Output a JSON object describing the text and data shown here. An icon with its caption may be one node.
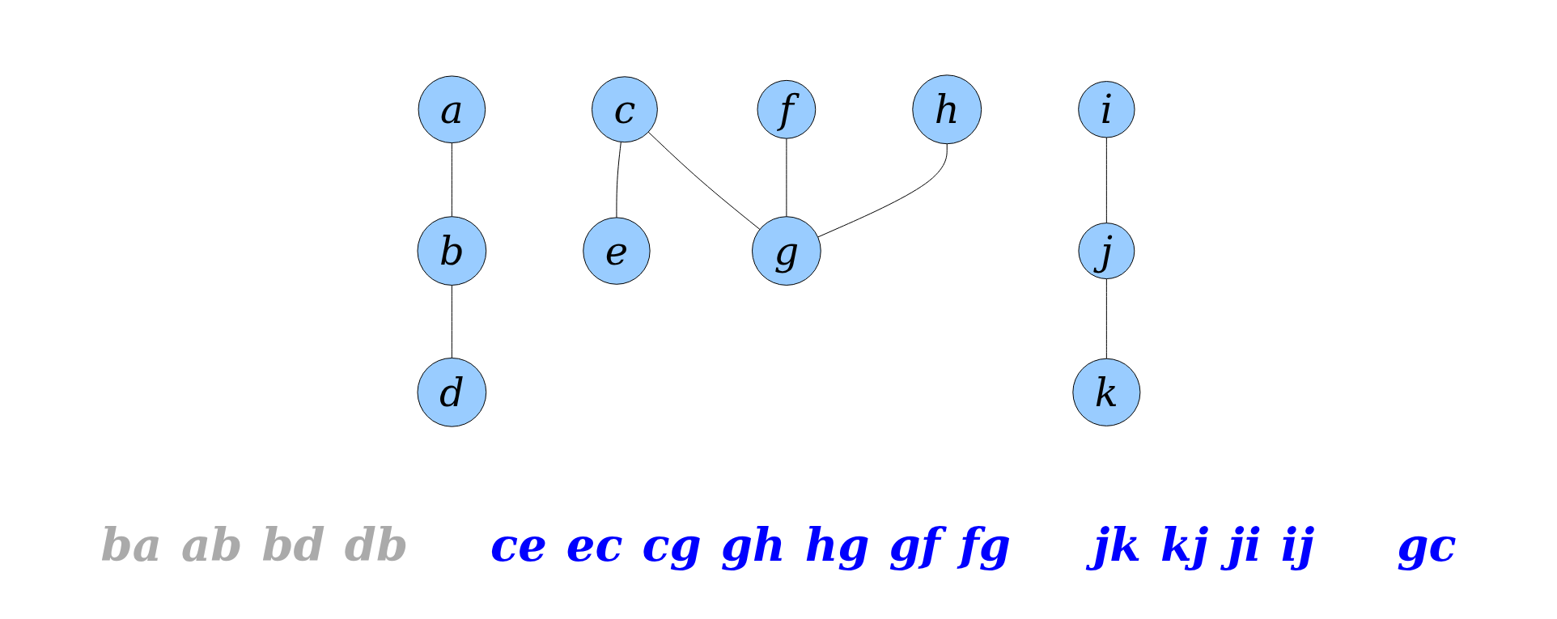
{
  "diagram": {
    "nodes": [
      {
        "text": [
          "a"
        ]
      },
      {
        "text": [
          "b"
        ]
      },
      {
        "text": [
          "c"
        ]
      },
      {
        "text": [
          "d"
        ]
      },
      {
        "text": [
          "e"
        ]
      },
      {
        "text": [
          "f"
        ]
      },
      {
        "text": [
          "g"
        ]
      },
      {
        "text": [
          "h"
        ]
      },
      {
        "text": [
          "i"
        ]
      },
      {
        "text": [
          "j"
        ]
      },
      {
        "text": [
          "k"
        ]
      }
    ],
    "edges": [
      {
        "from": 0,
        "to": 1,
        "arrow": "none"
      },
      {
        "from": 1,
        "to": 3,
        "arrow": "none"
      },
      {
        "from": 2,
        "to": 4,
        "arrow": "none"
      },
      {
        "from": 2,
        "to": 6,
        "arrow": "none"
      },
      {
        "from": 5,
        "to": 6,
        "arrow": "none"
      },
      {
        "from": 7,
        "to": 6,
        "arrow": "none"
      },
      {
        "from": 8,
        "to": 9,
        "arrow": "none"
      },
      {
        "from": 9,
        "to": 10,
        "arrow": "none"
      }
    ],
    "labels": [
      "ba",
      "ab",
      "bd",
      "db",
      "ce",
      "ec",
      "cg",
      "gh",
      "hg",
      "gf",
      "fg",
      "jk",
      "kj",
      "ji",
      "ij",
      "gc"
    ]
  }
}
